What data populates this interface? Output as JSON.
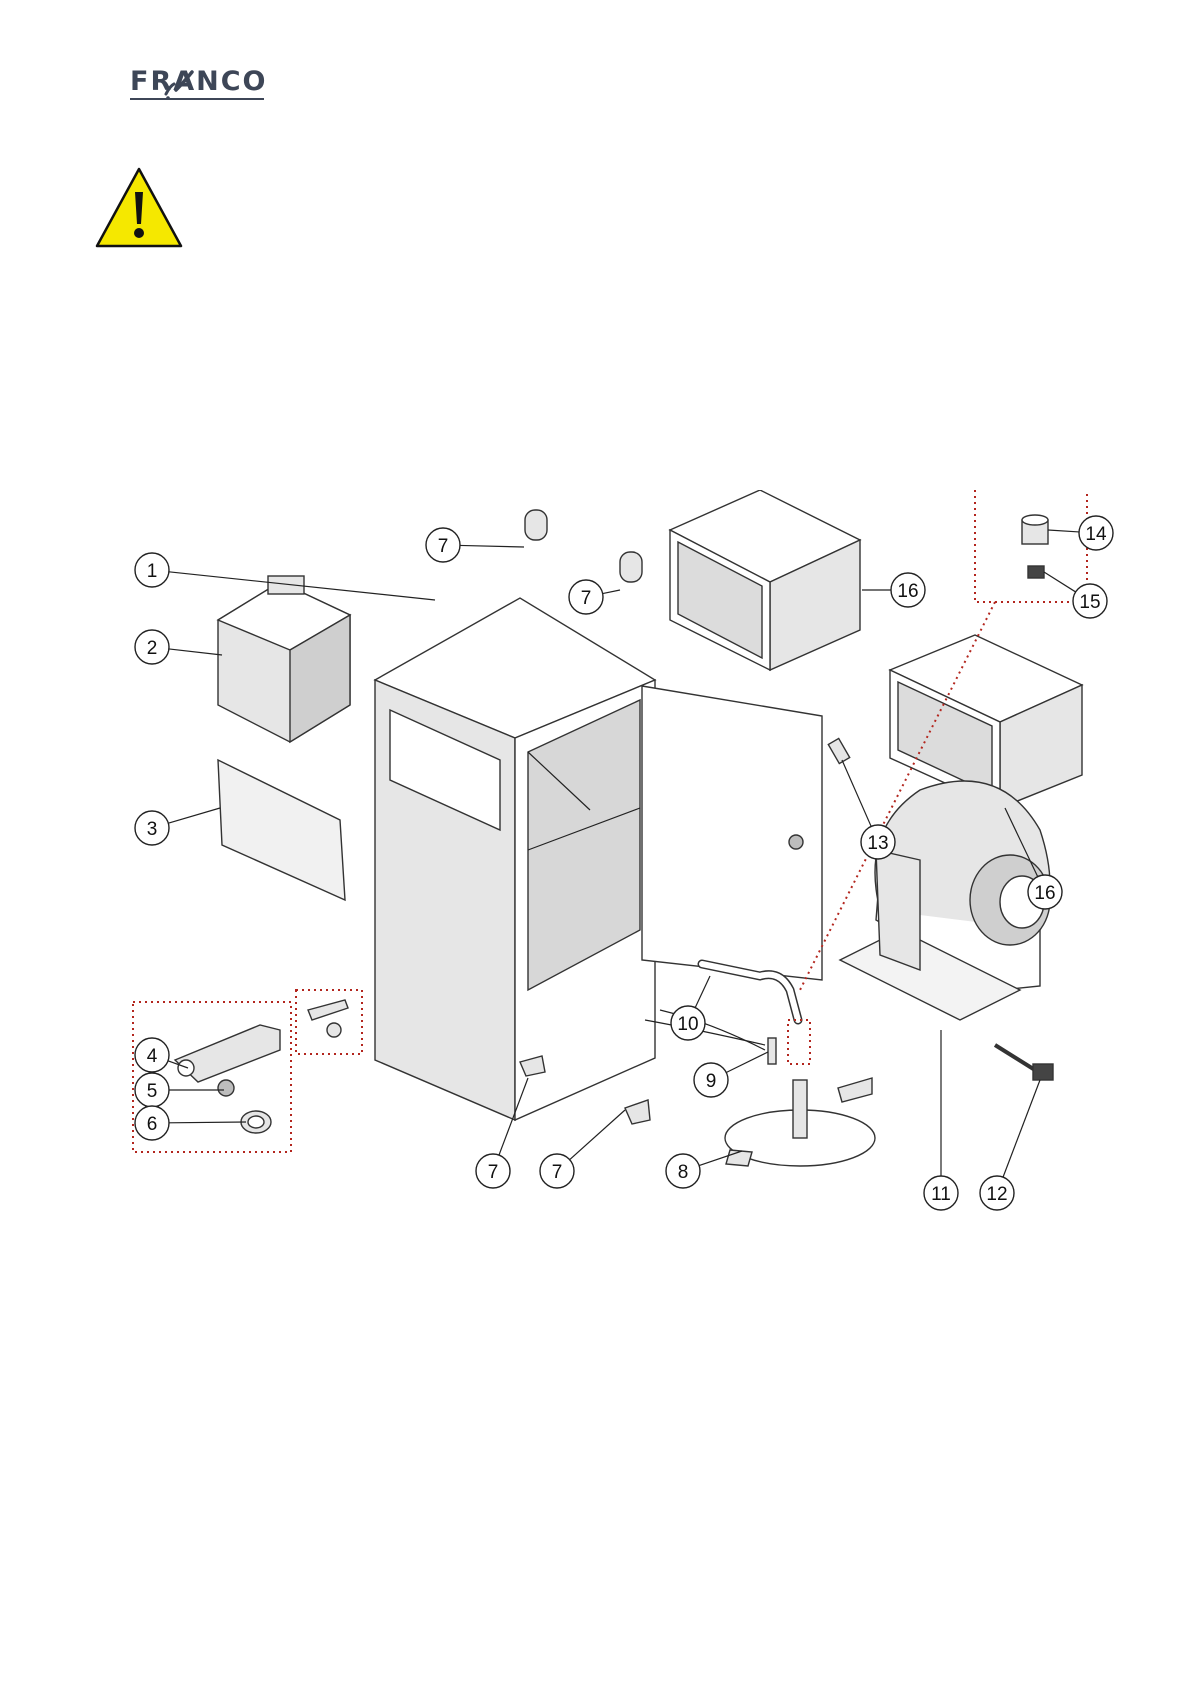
{
  "header": {
    "brand": "FRANCO",
    "logo_icon": "swoosh-logo-icon",
    "brand_color": "#3d4657"
  },
  "warning": {
    "icon": "warning-triangle-icon",
    "fill_color": "#f5e800"
  },
  "diagram": {
    "callouts": [
      {
        "id": "c1",
        "label": "1"
      },
      {
        "id": "c2",
        "label": "2"
      },
      {
        "id": "c3",
        "label": "3"
      },
      {
        "id": "c4",
        "label": "4"
      },
      {
        "id": "c5",
        "label": "5"
      },
      {
        "id": "c6",
        "label": "6"
      },
      {
        "id": "c7a",
        "label": "7"
      },
      {
        "id": "c7b",
        "label": "7"
      },
      {
        "id": "c7c",
        "label": "7"
      },
      {
        "id": "c7d",
        "label": "7"
      },
      {
        "id": "c8",
        "label": "8"
      },
      {
        "id": "c9",
        "label": "9"
      },
      {
        "id": "c10",
        "label": "10"
      },
      {
        "id": "c11",
        "label": "11"
      },
      {
        "id": "c12",
        "label": "12"
      },
      {
        "id": "c13",
        "label": "13"
      },
      {
        "id": "c14",
        "label": "14"
      },
      {
        "id": "c15",
        "label": "15"
      },
      {
        "id": "c16a",
        "label": "16"
      },
      {
        "id": "c16b",
        "label": "16"
      }
    ],
    "highlight_color": "#b3261e"
  }
}
